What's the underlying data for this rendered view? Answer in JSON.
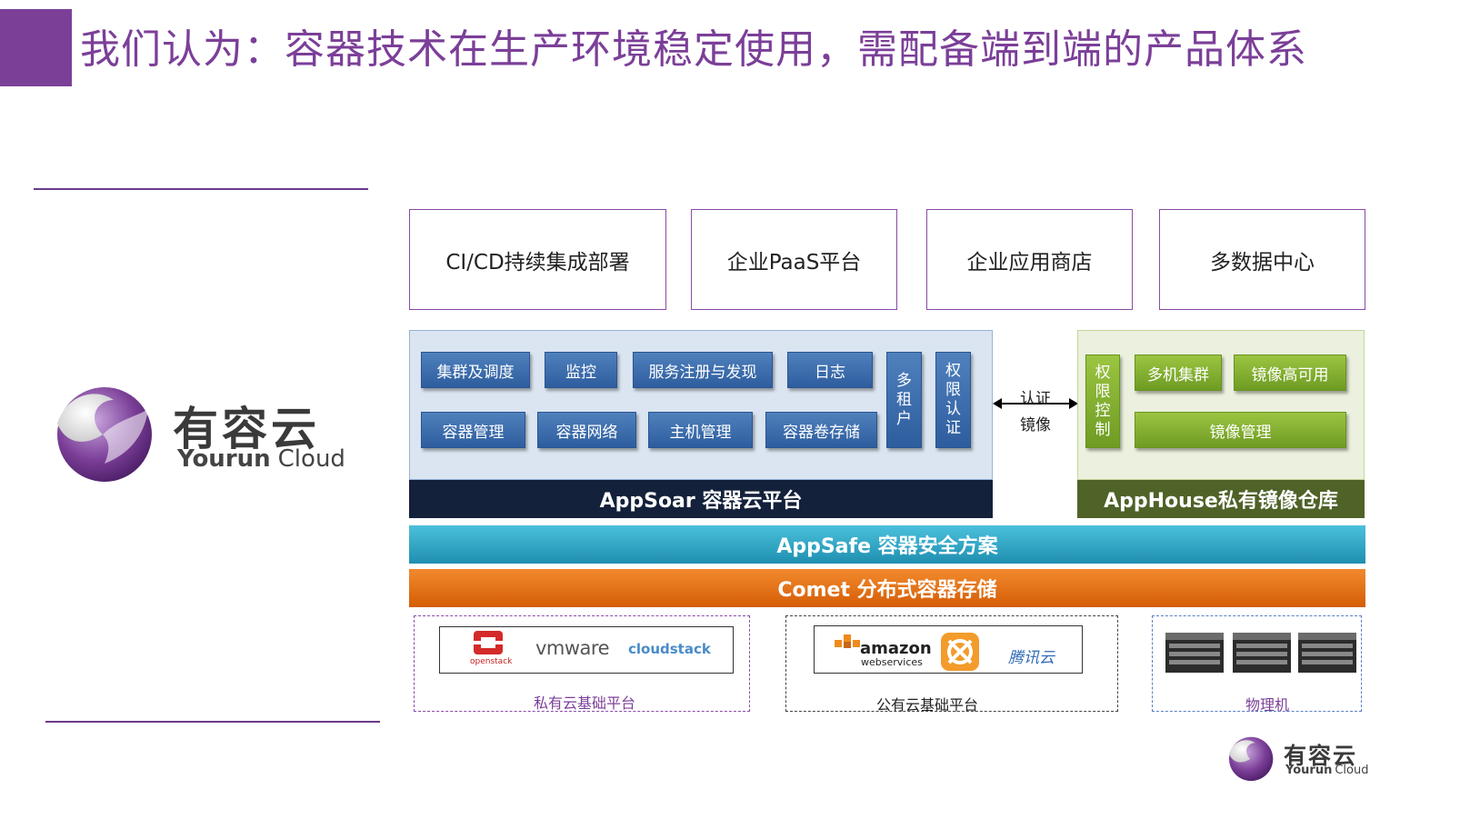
{
  "header": {
    "title": "我们认为：容器技术在生产环境稳定使用，需配备端到端的产品体系"
  },
  "logo": {
    "cn": "有容云",
    "en_a": "Yourun",
    "en_b": "Cloud"
  },
  "top_boxes": [
    "CI/CD持续集成部署",
    "企业PaaS平台",
    "企业应用商店",
    "多数据中心"
  ],
  "appsoar": {
    "row1": [
      "集群及调度",
      "监控",
      "服务注册与发现",
      "日志"
    ],
    "row2": [
      "容器管理",
      "容器网络",
      "主机管理",
      "容器卷存储"
    ],
    "vert1": [
      "多",
      "租",
      "户"
    ],
    "vert2": [
      "权",
      "限",
      "认",
      "证"
    ],
    "label": "AppSoar 容器云平台"
  },
  "link": {
    "line1": "认证",
    "line2": "镜像"
  },
  "apphouse": {
    "vert": [
      "权",
      "限",
      "控",
      "制"
    ],
    "row1": [
      "多机集群",
      "镜像高可用"
    ],
    "row2": "镜像管理",
    "label": "AppHouse私有镜像仓库"
  },
  "appsafe": {
    "label": "AppSafe 容器安全方案"
  },
  "comet": {
    "label": "Comet 分布式容器存储"
  },
  "infra": {
    "private": {
      "logos": [
        "openstack",
        "vmware",
        "cloudstack"
      ],
      "caption": "私有云基础平台"
    },
    "public": {
      "logos": [
        "amazon",
        "webservices",
        "腾讯云"
      ],
      "caption": "公有云基础平台"
    },
    "physical": {
      "caption": "物理机"
    }
  },
  "colors": {
    "accent": "#7b3f98",
    "navy": "#13213b",
    "olive": "#4f6228",
    "cyan": "#31a9c9",
    "orange": "#e46c0a"
  }
}
